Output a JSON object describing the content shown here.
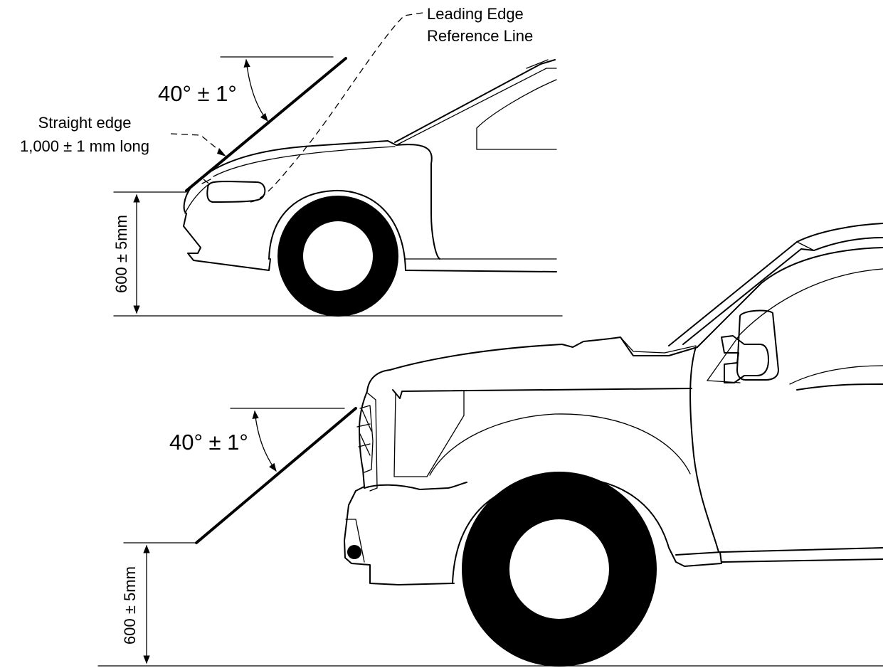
{
  "top": {
    "reference_label_line1": "Leading Edge",
    "reference_label_line2": "Reference Line",
    "angle_label": "40° ± 1°",
    "straight_edge_line1": "Straight edge",
    "straight_edge_line2": "1,000 ± 1 mm long",
    "height_label": "600 ± 5mm"
  },
  "bottom": {
    "angle_label": "40° ± 1°",
    "height_label": "600 ± 5mm"
  },
  "icons": {
    "sedan": "sedan-car-outline-icon",
    "truck": "pickup-truck-outline-icon"
  }
}
